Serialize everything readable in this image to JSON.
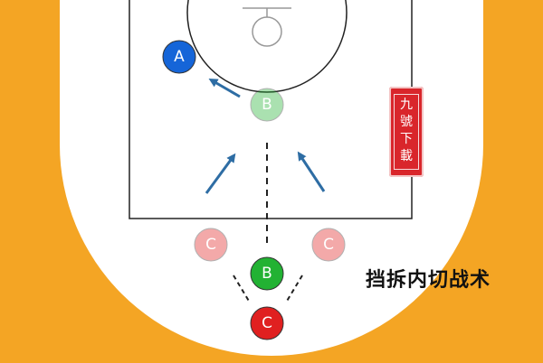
{
  "caption": "挡拆内切战术",
  "seal": {
    "text": "九號下載"
  },
  "players": [
    {
      "label": "A",
      "team": "offense-A",
      "color": "#1565d8",
      "text_color": "#ffffff",
      "faded": false
    },
    {
      "label": "B",
      "team": "offense-B",
      "color": "#22b233",
      "text_color": "#ffffff",
      "faded": true
    },
    {
      "label": "C",
      "team": "defense-C",
      "color": "#e02020",
      "text_color": "#ffffff",
      "faded": true
    },
    {
      "label": "C",
      "team": "defense-C",
      "color": "#e02020",
      "text_color": "#ffffff",
      "faded": true
    },
    {
      "label": "B",
      "team": "offense-B",
      "color": "#22b233",
      "text_color": "#ffffff",
      "faded": false
    },
    {
      "label": "C",
      "team": "defense-C",
      "color": "#e02020",
      "text_color": "#ffffff",
      "faded": false
    }
  ],
  "colors": {
    "court_floor": "#ffffff",
    "outer_floor": "#f4a524",
    "arrow": "#2e6da4",
    "line": "#222222"
  }
}
